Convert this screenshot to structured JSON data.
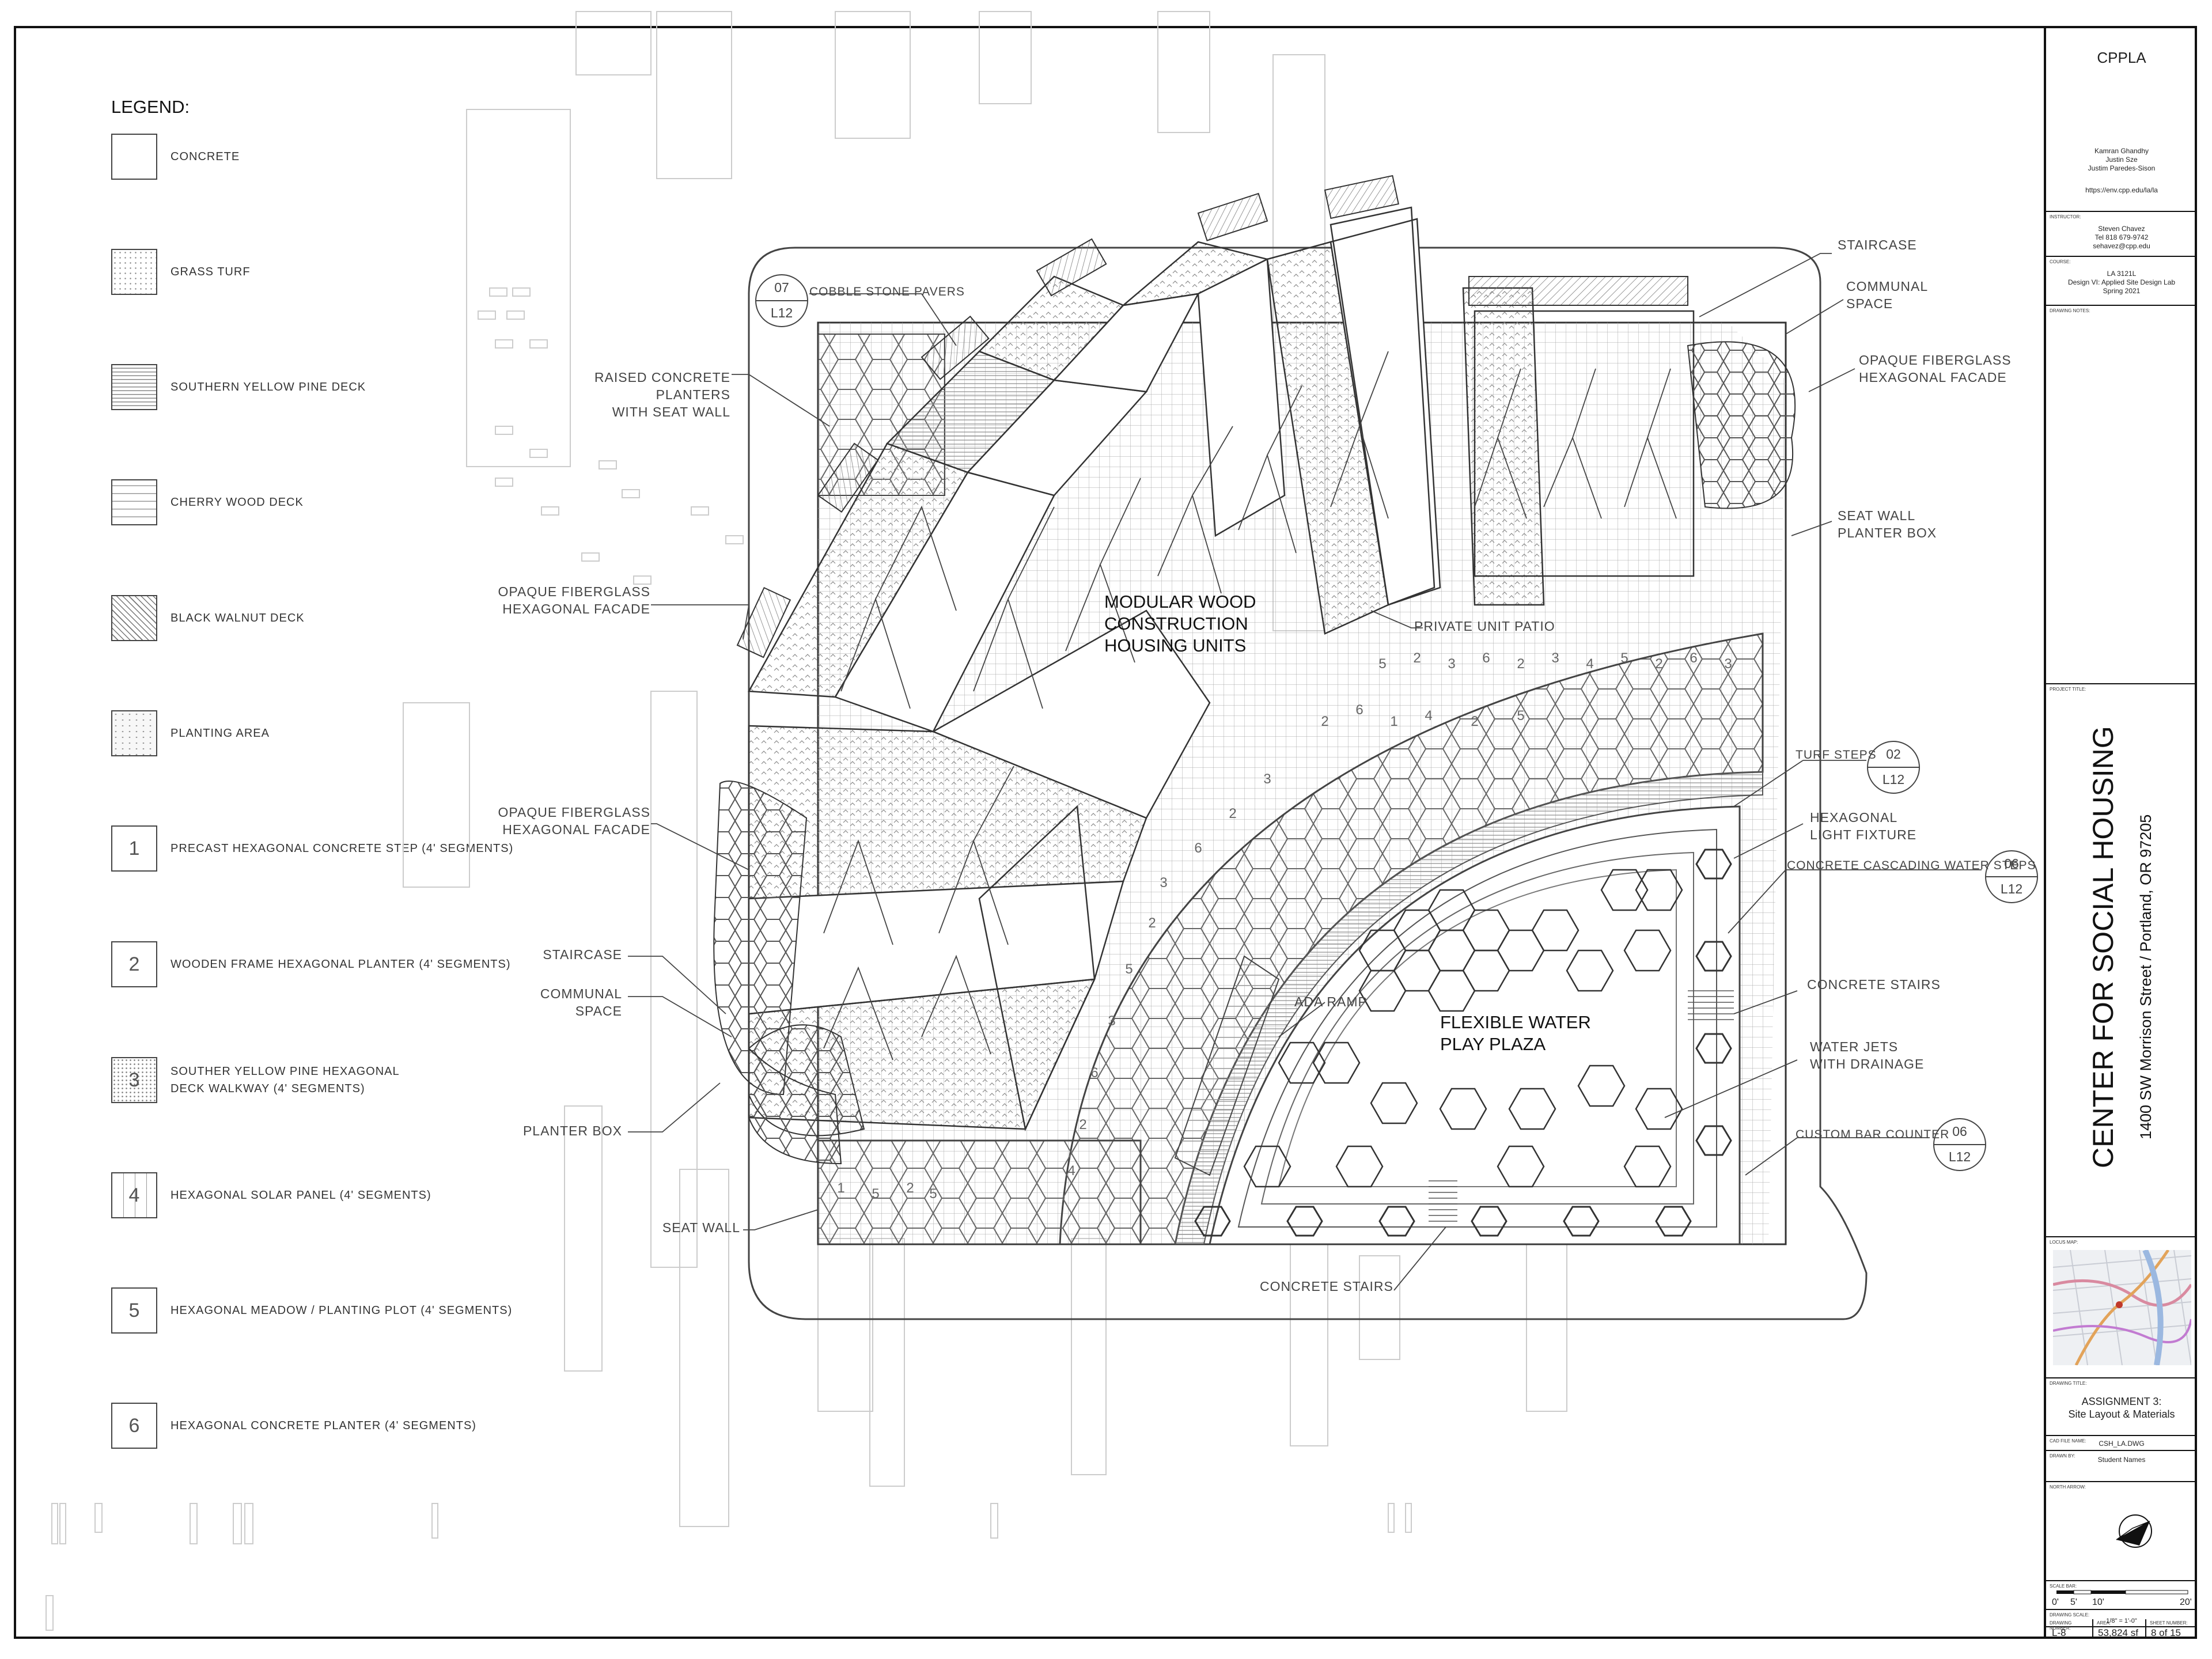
{
  "firm": "CPPLA",
  "team": [
    "Kamran Ghandhy",
    "Justin Sze",
    "Justim Paredes-Sison"
  ],
  "url": "https://env.cpp.edu/la/la",
  "instructor": {
    "label": "INSTRUCTOR:",
    "lines": [
      "Steven Chavez",
      "Tel 818 679-9742",
      "sehavez@cpp.edu"
    ]
  },
  "course": {
    "label": "COURSE:",
    "lines": [
      "LA 3121L",
      "Design VI: Applied Site Design Lab",
      "Spring 2021"
    ]
  },
  "drawing_notes_label": "DRAWING NOTES:",
  "project_title_label": "PROJECT TITLE:",
  "project_title": "CENTER FOR SOCIAL HOUSING",
  "project_address": "1400 SW Morrison Street / Portland, OR  97205",
  "locus_map_label": "LOCUS MAP:",
  "drawing_title_label": "DRAWING TITLE:",
  "drawing_title": [
    "ASSIGNMENT 3:",
    "Site Layout & Materials"
  ],
  "cad_file": {
    "label": "CAD FILE NAME:",
    "value": "CSH_LA.DWG"
  },
  "drawn_by": {
    "label": "DRAWN BY:",
    "value": "Student Names"
  },
  "north_arrow_label": "NORTH ARROW:",
  "scale_bar_label": "SCALE BAR:",
  "scale_bar_ticks": [
    "0'",
    "5'",
    "10'",
    "20'"
  ],
  "drawing_scale": {
    "label": "DRAWING SCALE:",
    "value": "1/8\" = 1'-0\""
  },
  "drawing_number": {
    "label": "DRAWING NUMBER:",
    "value": "L-8"
  },
  "area": {
    "label": "AREA:",
    "value": "53,824 sf"
  },
  "sheet_number": {
    "label": "SHEET NUMBER:",
    "value": "8 of 15"
  },
  "legend": {
    "title": "LEGEND:",
    "items": [
      {
        "label": "CONCRETE",
        "number": ""
      },
      {
        "label": "GRASS TURF",
        "number": ""
      },
      {
        "label": "SOUTHERN YELLOW PINE DECK",
        "number": ""
      },
      {
        "label": "CHERRY WOOD DECK",
        "number": ""
      },
      {
        "label": "BLACK WALNUT DECK",
        "number": ""
      },
      {
        "label": "PLANTING AREA",
        "number": ""
      },
      {
        "label": "PRECAST HEXAGONAL CONCRETE STEP (4' SEGMENTS)",
        "number": "1"
      },
      {
        "label": "WOODEN FRAME HEXAGONAL PLANTER (4' SEGMENTS)",
        "number": "2"
      },
      {
        "label": "SOUTHER YELLOW PINE HEXAGONAL\nDECK WALKWAY (4' SEGMENTS)",
        "number": "3"
      },
      {
        "label": "HEXAGONAL SOLAR PANEL (4' SEGMENTS)",
        "number": "4"
      },
      {
        "label": "HEXAGONAL MEADOW / PLANTING PLOT (4' SEGMENTS)",
        "number": "5"
      },
      {
        "label": "HEXAGONAL CONCRETE PLANTER (4' SEGMENTS)",
        "number": "6"
      }
    ]
  },
  "callouts": {
    "cobble": "COBBLE STONE PAVERS",
    "raised": "RAISED CONCRETE\nPLANTERS\nWITH SEAT WALL",
    "facade1": "OPAQUE FIBERGLASS\nHEXAGONAL FACADE",
    "facade2": "OPAQUE FIBERGLASS\nHEXAGONAL FACADE",
    "facade3": "OPAQUE FIBERGLASS\nHEXAGONAL FACADE",
    "staircase_left": "STAIRCASE",
    "communal_left": "COMMUNAL\nSPACE",
    "planter_box": "PLANTER BOX",
    "seat_wall": "SEAT WALL",
    "staircase_right": "STAIRCASE",
    "communal_right": "COMMUNAL\nSPACE",
    "seat_wall_planter": "SEAT WALL\nPLANTER BOX",
    "private_patio": "PRIVATE UNIT PATIO",
    "turf_steps": "TURF STEPS",
    "light_fixture": "HEXAGONAL\nLIGHT FIXTURE",
    "water_steps": "CONCRETE CASCADING WATER STEPS",
    "concrete_stairs_right": "CONCRETE STAIRS",
    "water_jets": "WATER JETS\nWITH DRAINAGE",
    "bar_counter": "CUSTOM BAR COUNTER",
    "ada_ramp": "ADA RAMP",
    "concrete_stairs_bottom": "CONCRETE STAIRS",
    "housing": "MODULAR WOOD\nCONSTRUCTION\nHOUSING UNITS",
    "plaza": "FLEXIBLE WATER\nPLAY PLAZA"
  },
  "detail_refs": [
    {
      "top": "07",
      "bottom": "L12"
    },
    {
      "top": "02",
      "bottom": "L12"
    },
    {
      "top": "06",
      "bottom": "L12"
    },
    {
      "top": "06",
      "bottom": "L12"
    }
  ]
}
